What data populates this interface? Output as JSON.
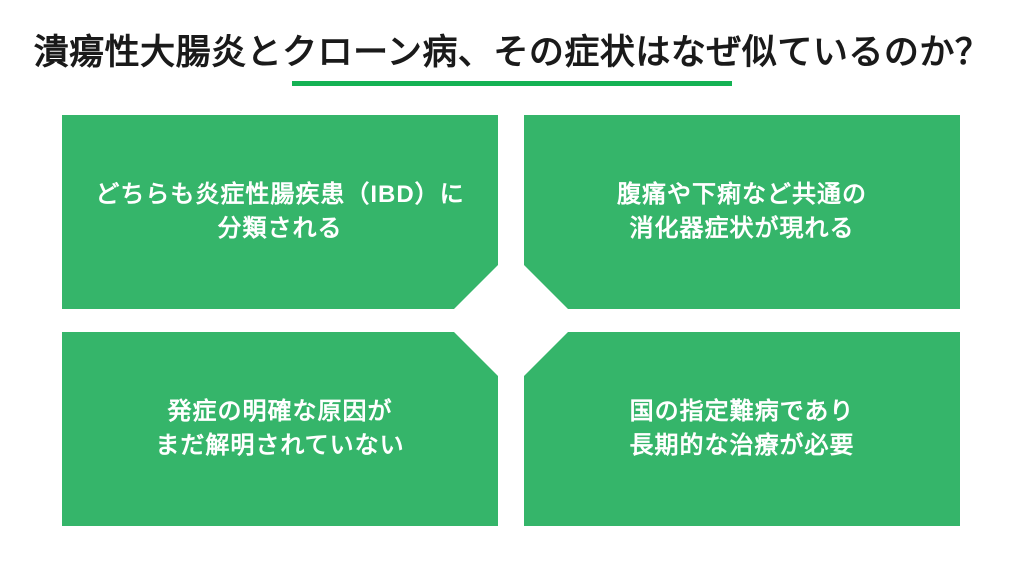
{
  "slide": {
    "title": "潰瘍性大腸炎とクローン病、その症状はなぜ似ているのか？",
    "boxes": [
      {
        "position": "top-left",
        "line1": "どちらも炎症性腸疾患（IBD）に",
        "line2": "分類される"
      },
      {
        "position": "top-right",
        "line1": "腹痛や下痢など共通の",
        "line2": "消化器症状が現れる"
      },
      {
        "position": "bottom-left",
        "line1": "発症の明確な原因が",
        "line2": "まだ解明されていない"
      },
      {
        "position": "bottom-right",
        "line1": "国の指定難病であり",
        "line2": "長期的な治療が必要"
      }
    ],
    "colors": {
      "background": "#ffffff",
      "accent": "#14b254",
      "box": "#35b56a",
      "title": "#1a1a1a",
      "box_text": "#ffffff"
    }
  }
}
